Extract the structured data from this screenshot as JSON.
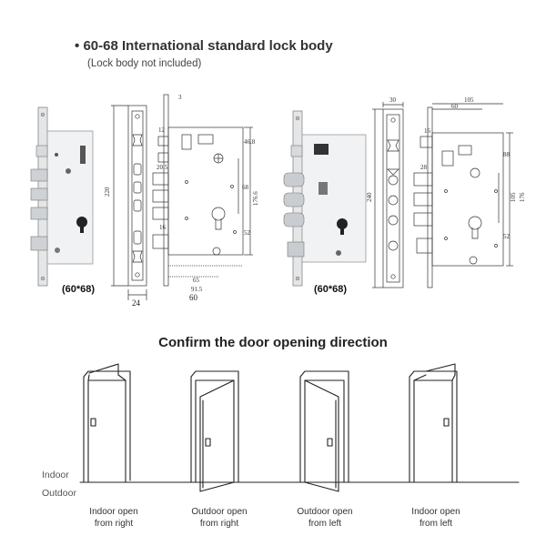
{
  "header": {
    "bullet": "•",
    "title": "60-68 International standard  lock body",
    "subtitle": "(Lock body not included)"
  },
  "lock_left": {
    "caption": "(60*68)",
    "dims": {
      "d3": "3",
      "d12": "12",
      "d20_5": "20.5",
      "d46_8": "46.8",
      "d68": "68",
      "d176_6": "176.6",
      "d52": "52",
      "d16": "16",
      "d65": "65",
      "d91_5": "91.5",
      "d60": "60",
      "d24": "24",
      "d220": "220"
    }
  },
  "lock_right": {
    "caption": "(60*68)",
    "dims": {
      "d30": "30",
      "d105": "105",
      "d60": "60",
      "d16": "16",
      "d88": "88",
      "d28": "28",
      "d105v": "105",
      "d176": "176",
      "d52": "52",
      "d240": "240"
    }
  },
  "direction": {
    "title": "Confirm the door opening direction",
    "indoor_label": "Indoor",
    "outdoor_label": "Outdoor",
    "doors": [
      {
        "line1": "Indoor open",
        "line2": "from right"
      },
      {
        "line1": "Outdoor open",
        "line2": "from right"
      },
      {
        "line1": "Outdoor open",
        "line2": "from left"
      },
      {
        "line1": "Indoor open",
        "line2": "from left"
      }
    ]
  }
}
